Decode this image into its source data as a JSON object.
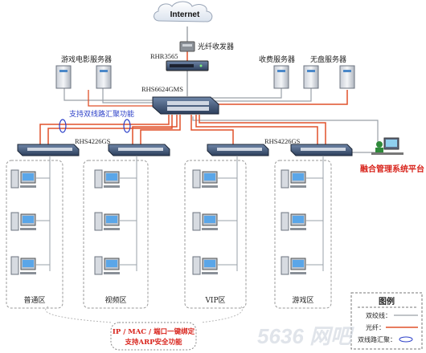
{
  "internet": "Internet",
  "optical_transceiver": "光纤收发器",
  "router_model": "RHR3565",
  "core_switch_model": "RHS6624GMS",
  "server_groups": {
    "left": "游戏电影服务器",
    "mid": "收费服务器",
    "right": "无盘服务器"
  },
  "aggregation_note": "支持双线路汇聚功能",
  "access_switch_left": "RHS4226GS",
  "access_switch_right": "RHS4226GS",
  "management_platform": "融合管理系统平台",
  "zones": [
    "普通区",
    "视频区",
    "VIP区",
    "游戏区"
  ],
  "security_note": {
    "line1": "IP / MAC / 端口一键绑定",
    "line2": "支持ARP安全功能"
  },
  "legend": {
    "title": "图例",
    "items": [
      "双绞线：",
      "光纤：",
      "双线路汇聚："
    ]
  },
  "colors": {
    "fiber": "#e0502a",
    "twisted_pair": "#9aa0a8",
    "aggregation": "#2b3fc8",
    "accent_red": "#d8241c"
  },
  "watermark": "5636 网吧"
}
